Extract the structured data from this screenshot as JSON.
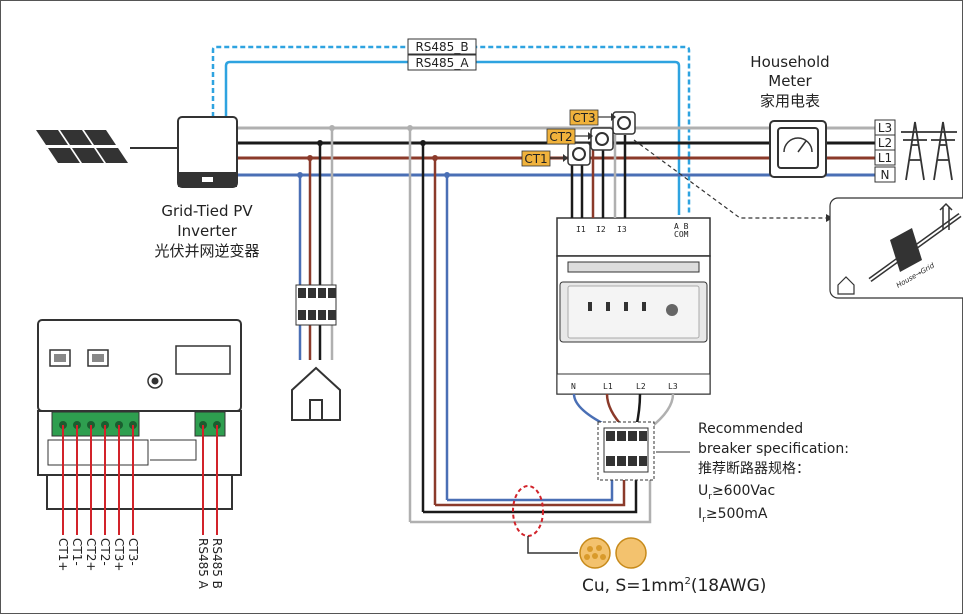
{
  "rs485": {
    "b": "RS485_B",
    "a": "RS485_A"
  },
  "meter": {
    "title_en1": "Household",
    "title_en2": "Meter",
    "title_cn": "家用电表"
  },
  "ct": {
    "ct1": "CT1",
    "ct2": "CT2",
    "ct3": "CT3"
  },
  "lines": {
    "l1": "L1",
    "l2": "L2",
    "l3": "L3",
    "n": "N"
  },
  "inverter": {
    "line1": "Grid-Tied PV",
    "line2": "Inverter",
    "line3": "光伏并网逆变器"
  },
  "meter_terminals": {
    "i1": "I1",
    "i2": "I2",
    "i3": "I3",
    "ab": "A  B",
    "com": "COM"
  },
  "meter_bottom": {
    "n": "N",
    "l1": "L1",
    "l2": "L2",
    "l3": "L3"
  },
  "breaker_note": {
    "l1": "Recommended",
    "l2": "breaker specification:",
    "l3": "推荐断路器规格：",
    "l4": "U",
    "l4sub": "r",
    "l4rest": "≥600Vac",
    "l5": "I",
    "l5sub": "r",
    "l5rest": "≥500mA"
  },
  "cable": {
    "prefix": "Cu, S=1mm",
    "sup": "2",
    "suffix": "(18AWG)"
  },
  "ct_pins": [
    "CT1+",
    "CT1-",
    "CT2+",
    "CT2-",
    "CT3+",
    "CT3-"
  ],
  "rs_pins": [
    "RS485 A",
    "RS485 B"
  ],
  "inset": {
    "label": "House→Grid"
  },
  "colors": {
    "blue_dash": "#2ea3e0",
    "wire_brown": "#8b3a2a",
    "wire_black": "#1a1a1a",
    "wire_gray": "#b0b0b0",
    "wire_blue": "#4a6fb5",
    "ct_label": "#f0b23c",
    "terminal_green": "#2e9e4f",
    "pin_red": "#d2232a"
  }
}
